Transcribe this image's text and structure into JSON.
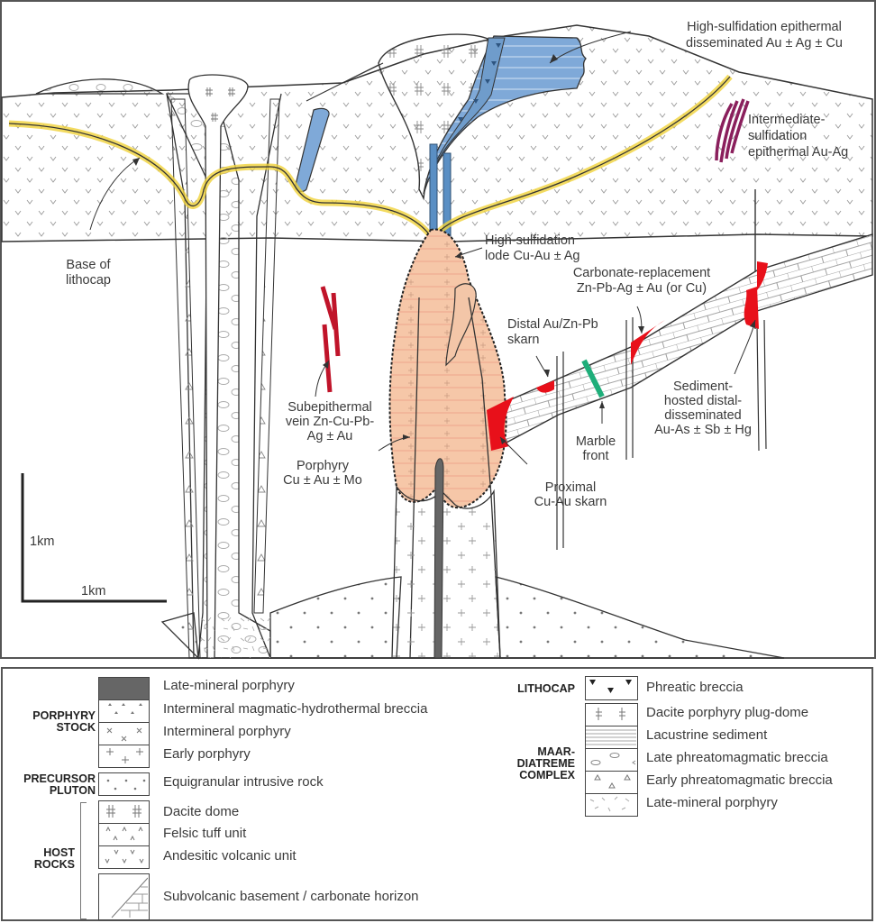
{
  "figure": {
    "title": "Porphyry Cu system schematic cross-section",
    "colors": {
      "lithocap_base": "#e8c21a",
      "high_sulfidation": "#7fa9d8",
      "high_sulfidation_dark": "#3e6f9c",
      "porphyry_halo": "#f6c7a8",
      "skarn_red": "#e8101a",
      "subepithermal_vein": "#c0142a",
      "intermediate_sulfidation": "#8a1f5c",
      "marble_front": "#1fae7a",
      "late_mineral_porphyry": "#666666"
    },
    "labels": {
      "hs_epithermal": [
        "High-sulfidation epithermal",
        "disseminated Au ± Ag ± Cu"
      ],
      "is_epithermal": [
        "Intermediate-",
        "sulfidation",
        "epithermal Au-Ag"
      ],
      "base_lithocap": [
        "Base of",
        "lithocap"
      ],
      "hs_lode": [
        "High-sulfidation",
        "lode Cu-Au ± Ag"
      ],
      "carbonate_replacement": [
        "Carbonate-replacement",
        "Zn-Pb-Ag ± Au (or Cu)"
      ],
      "distal_skarn": [
        "Distal Au/Zn-Pb",
        "skarn"
      ],
      "subepithermal_vein": [
        "Subepithermal",
        "vein Zn-Cu-Pb-",
        "Ag ± Au"
      ],
      "sediment_hosted": [
        "Sediment-",
        "hosted distal-",
        "disseminated",
        "Au-As ± Sb ± Hg"
      ],
      "marble_front": [
        "Marble",
        "front"
      ],
      "porphyry": [
        "Porphyry",
        "Cu ± Au ± Mo"
      ],
      "proximal_skarn": [
        "Proximal",
        "Cu-Au skarn"
      ]
    },
    "scale": {
      "vertical": "1km",
      "horizontal": "1km"
    }
  },
  "legend": {
    "left_groups": [
      {
        "name": "PORPHYRY\nSTOCK",
        "items": [
          {
            "pattern": "solid-gray",
            "label": "Late-mineral porphyry"
          },
          {
            "pattern": "small-triangles",
            "label": "Intermineral magmatic-hydrothermal breccia"
          },
          {
            "pattern": "crosses-x",
            "label": "Intermineral porphyry"
          },
          {
            "pattern": "plus-signs",
            "label": "Early porphyry"
          }
        ]
      },
      {
        "name": "PRECURSOR\nPLUTON",
        "items": [
          {
            "pattern": "dots-stars",
            "label": "Equigranular intrusive rock"
          }
        ]
      },
      {
        "name": "HOST\nROCKS",
        "items": [
          {
            "pattern": "double-hash",
            "label": "Dacite dome"
          },
          {
            "pattern": "carets",
            "label": "Felsic tuff unit"
          },
          {
            "pattern": "v-marks",
            "label": "Andesitic volcanic unit"
          },
          {
            "pattern": "brick-wedge",
            "label": "Subvolcanic basement / carbonate horizon"
          }
        ]
      }
    ],
    "right_groups": [
      {
        "name": "LITHOCAP",
        "items": [
          {
            "pattern": "inverted-triangles",
            "label": "Phreatic breccia"
          }
        ]
      },
      {
        "name": "MAAR-\nDIATREME\nCOMPLEX",
        "items": [
          {
            "pattern": "double-cross",
            "label": "Dacite porphyry plug-dome"
          },
          {
            "pattern": "horizontal-lines",
            "label": "Lacustrine sediment"
          },
          {
            "pattern": "ovals",
            "label": "Late phreatomagmatic breccia"
          },
          {
            "pattern": "open-triangles",
            "label": "Early phreatomagmatic breccia"
          },
          {
            "pattern": "dashes",
            "label": "Late-mineral porphyry"
          }
        ]
      }
    ]
  }
}
